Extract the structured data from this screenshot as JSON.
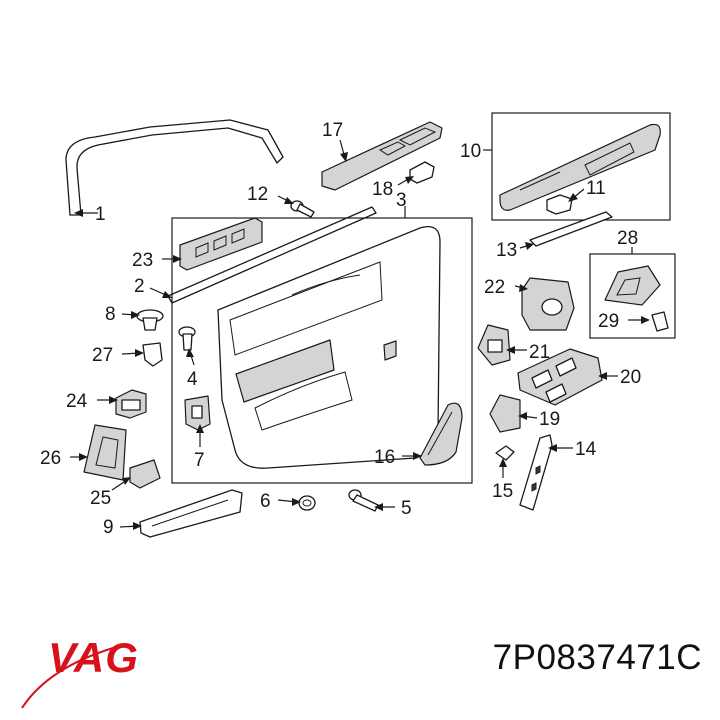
{
  "diagram": {
    "callouts": [
      {
        "id": "c1",
        "text": "1"
      },
      {
        "id": "c2",
        "text": "2"
      },
      {
        "id": "c3",
        "text": "3"
      },
      {
        "id": "c4",
        "text": "4"
      },
      {
        "id": "c5",
        "text": "5"
      },
      {
        "id": "c6",
        "text": "6"
      },
      {
        "id": "c7",
        "text": "7"
      },
      {
        "id": "c8",
        "text": "8"
      },
      {
        "id": "c9",
        "text": "9"
      },
      {
        "id": "c10",
        "text": "10"
      },
      {
        "id": "c11",
        "text": "11"
      },
      {
        "id": "c12",
        "text": "12"
      },
      {
        "id": "c13",
        "text": "13"
      },
      {
        "id": "c14",
        "text": "14"
      },
      {
        "id": "c15",
        "text": "15"
      },
      {
        "id": "c16",
        "text": "16"
      },
      {
        "id": "c17",
        "text": "17"
      },
      {
        "id": "c18",
        "text": "18"
      },
      {
        "id": "c19",
        "text": "19"
      },
      {
        "id": "c20",
        "text": "20"
      },
      {
        "id": "c21",
        "text": "21"
      },
      {
        "id": "c22",
        "text": "22"
      },
      {
        "id": "c23",
        "text": "23"
      },
      {
        "id": "c24",
        "text": "24"
      },
      {
        "id": "c25",
        "text": "25"
      },
      {
        "id": "c26",
        "text": "26"
      },
      {
        "id": "c27",
        "text": "27"
      },
      {
        "id": "c28",
        "text": "28"
      },
      {
        "id": "c29",
        "text": "29"
      }
    ]
  },
  "brand": {
    "logo_text": "VAG",
    "logo_color": "#d8121b"
  },
  "part_number": "7P0837471C"
}
